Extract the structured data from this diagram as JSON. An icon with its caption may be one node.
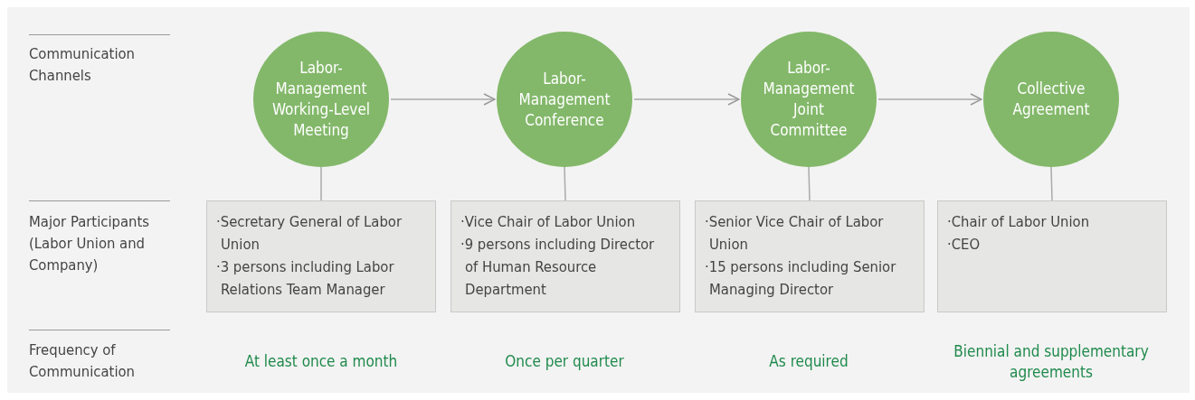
{
  "diagram": {
    "nodes": [
      {
        "text": [
          "Labor-Management Working-Level Meeting"
        ]
      },
      {
        "text": [
          "Labor-Management Conference"
        ]
      },
      {
        "text": [
          "Labor-Management Joint Committee"
        ]
      },
      {
        "text": [
          "Collective Agreement"
        ]
      },
      {
        "text": [
          "·Secretary General of Labor Union",
          "·3 persons including Labor Relations Team Manager"
        ]
      },
      {
        "text": [
          "·Vice Chair of Labor Union",
          "·9 persons including Director of Human Resource Department"
        ]
      },
      {
        "text": [
          "·Senior Vice Chair of Labor Union",
          "·15 persons including Senior Managing Director"
        ]
      },
      {
        "text": [
          "·Chair of Labor Union",
          "·CEO"
        ]
      }
    ],
    "edges": [
      {
        "from": 0,
        "to": 1,
        "arrow": "to"
      },
      {
        "from": 1,
        "to": 2,
        "arrow": "to"
      },
      {
        "from": 2,
        "to": 3,
        "arrow": "to"
      },
      {
        "from": 0,
        "to": 4,
        "arrow": "none"
      },
      {
        "from": 1,
        "to": 5,
        "arrow": "none"
      },
      {
        "from": 2,
        "to": 6,
        "arrow": "none"
      },
      {
        "from": 3,
        "to": 7,
        "arrow": "none"
      }
    ],
    "labels": [
      "Communication Channels",
      "Major Participants (Labor Union and Company)",
      "Frequency of Communication",
      "At least once a month",
      "Once per quarter",
      "As required",
      "Biennial and supplementary agreements"
    ]
  }
}
